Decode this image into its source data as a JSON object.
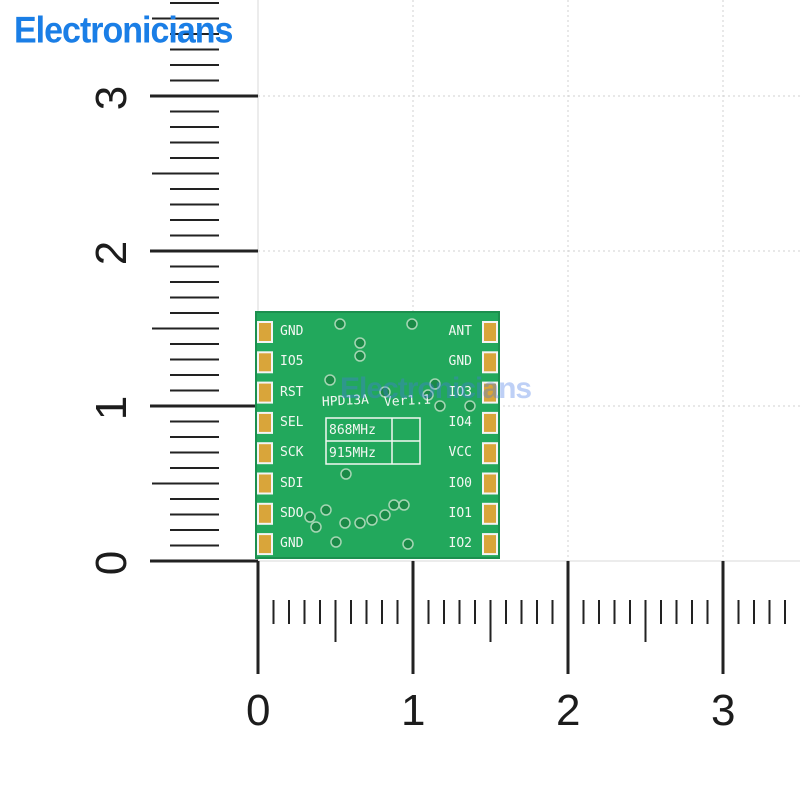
{
  "watermark": {
    "brand": "Electronicians",
    "center": "Electronicians"
  },
  "ruler": {
    "horizontal_labels": [
      "0",
      "1",
      "2",
      "3"
    ],
    "vertical_labels": [
      "0",
      "1",
      "2",
      "3"
    ],
    "unit_count": 3
  },
  "module": {
    "model": "HPD13A",
    "version": "Ver1.1",
    "freq_1": "868MHz",
    "freq_2": "915MHz",
    "left_pins": [
      "GND",
      "IO5",
      "RST",
      "SEL",
      "SCK",
      "SDI",
      "SDO",
      "GND"
    ],
    "right_pins": [
      "ANT",
      "GND",
      "IO3",
      "IO4",
      "VCC",
      "IO0",
      "IO1",
      "IO2"
    ]
  },
  "colors": {
    "pcb": "#22a85c",
    "pads": "#d9a53a",
    "grid": "#d0d0d0",
    "brand": "#1a7ee6"
  }
}
